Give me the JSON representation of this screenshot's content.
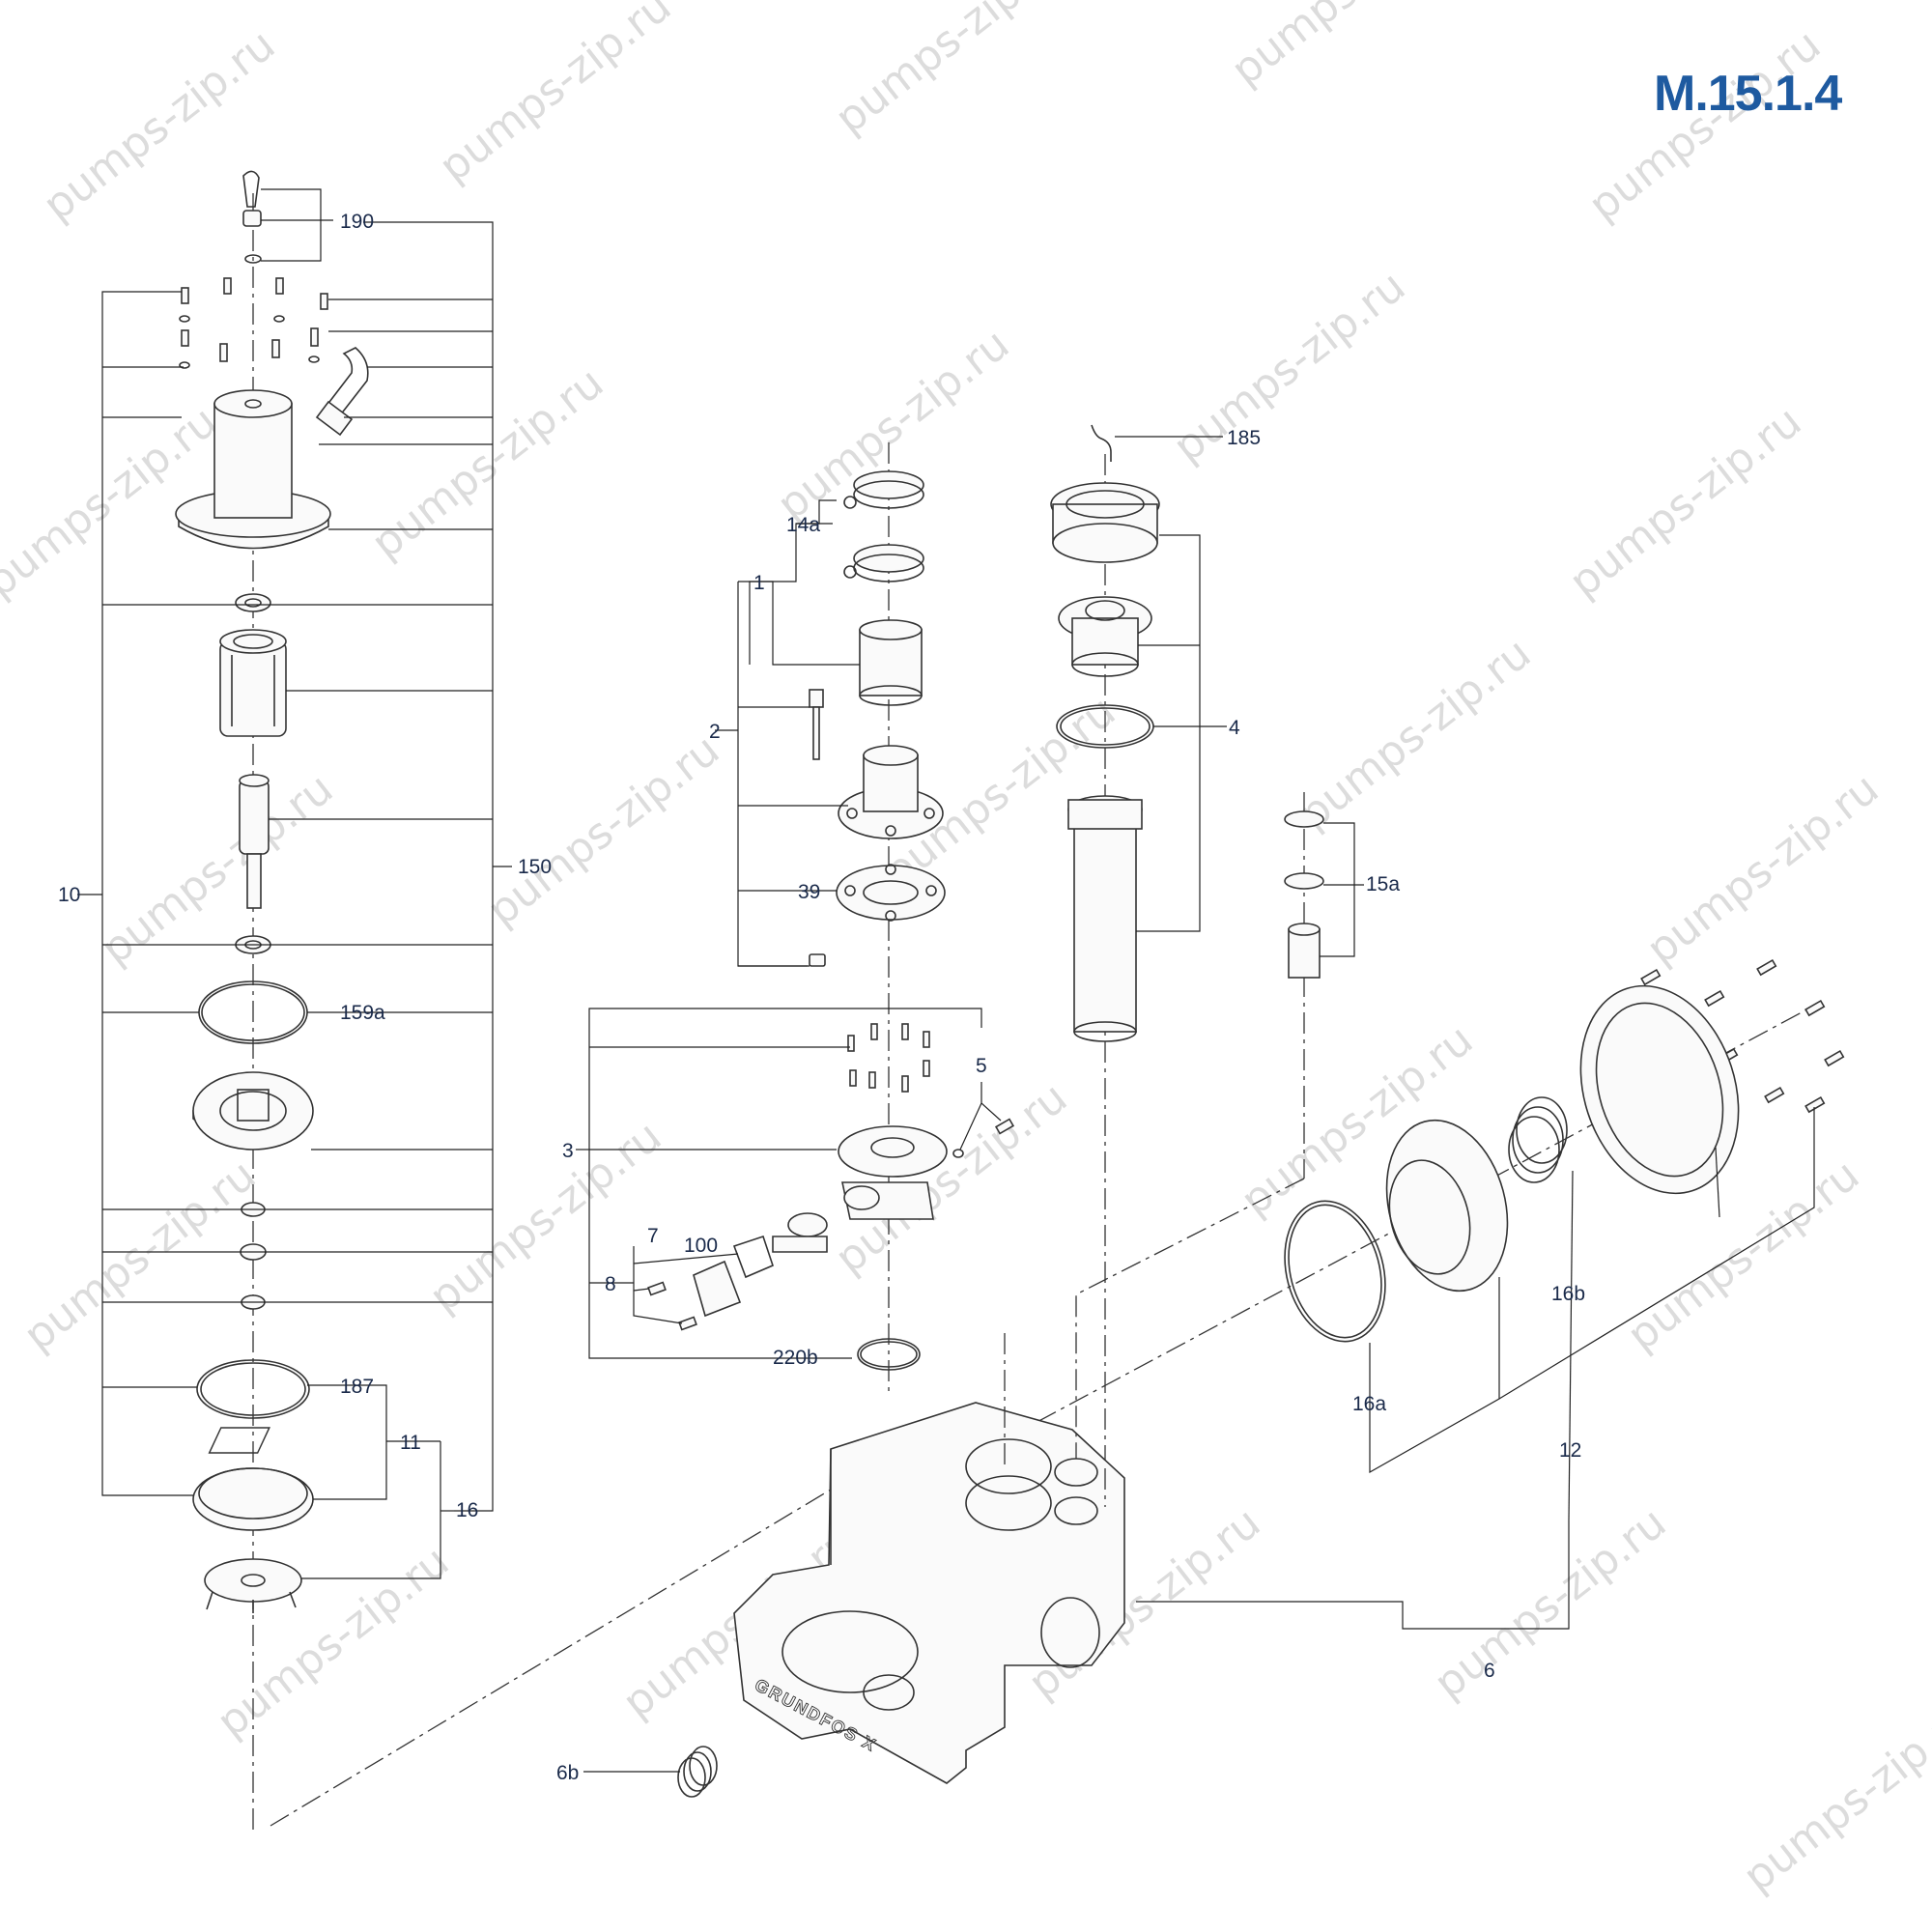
{
  "title": "M.15.1.4",
  "watermark": "pumps-zip.ru",
  "brand_mark": "GRUNDFOS X",
  "colors": {
    "title": "#1e5aa0",
    "label": "#1a2a4a",
    "line": "#333333",
    "watermark": "#dcdcdc"
  },
  "labels": {
    "l190": "190",
    "l10": "10",
    "l150": "150",
    "l159a": "159a",
    "l187": "187",
    "l11": "11",
    "l16": "16",
    "l14a": "14a",
    "l1": "1",
    "l2": "2",
    "l39": "39",
    "l3": "3",
    "l5": "5",
    "l7": "7",
    "l100": "100",
    "l8": "8",
    "l220b": "220b",
    "l185": "185",
    "l4": "4",
    "l15a": "15a",
    "l16a": "16a",
    "l16b": "16b",
    "l12": "12",
    "l6": "6",
    "l6b": "6b"
  }
}
